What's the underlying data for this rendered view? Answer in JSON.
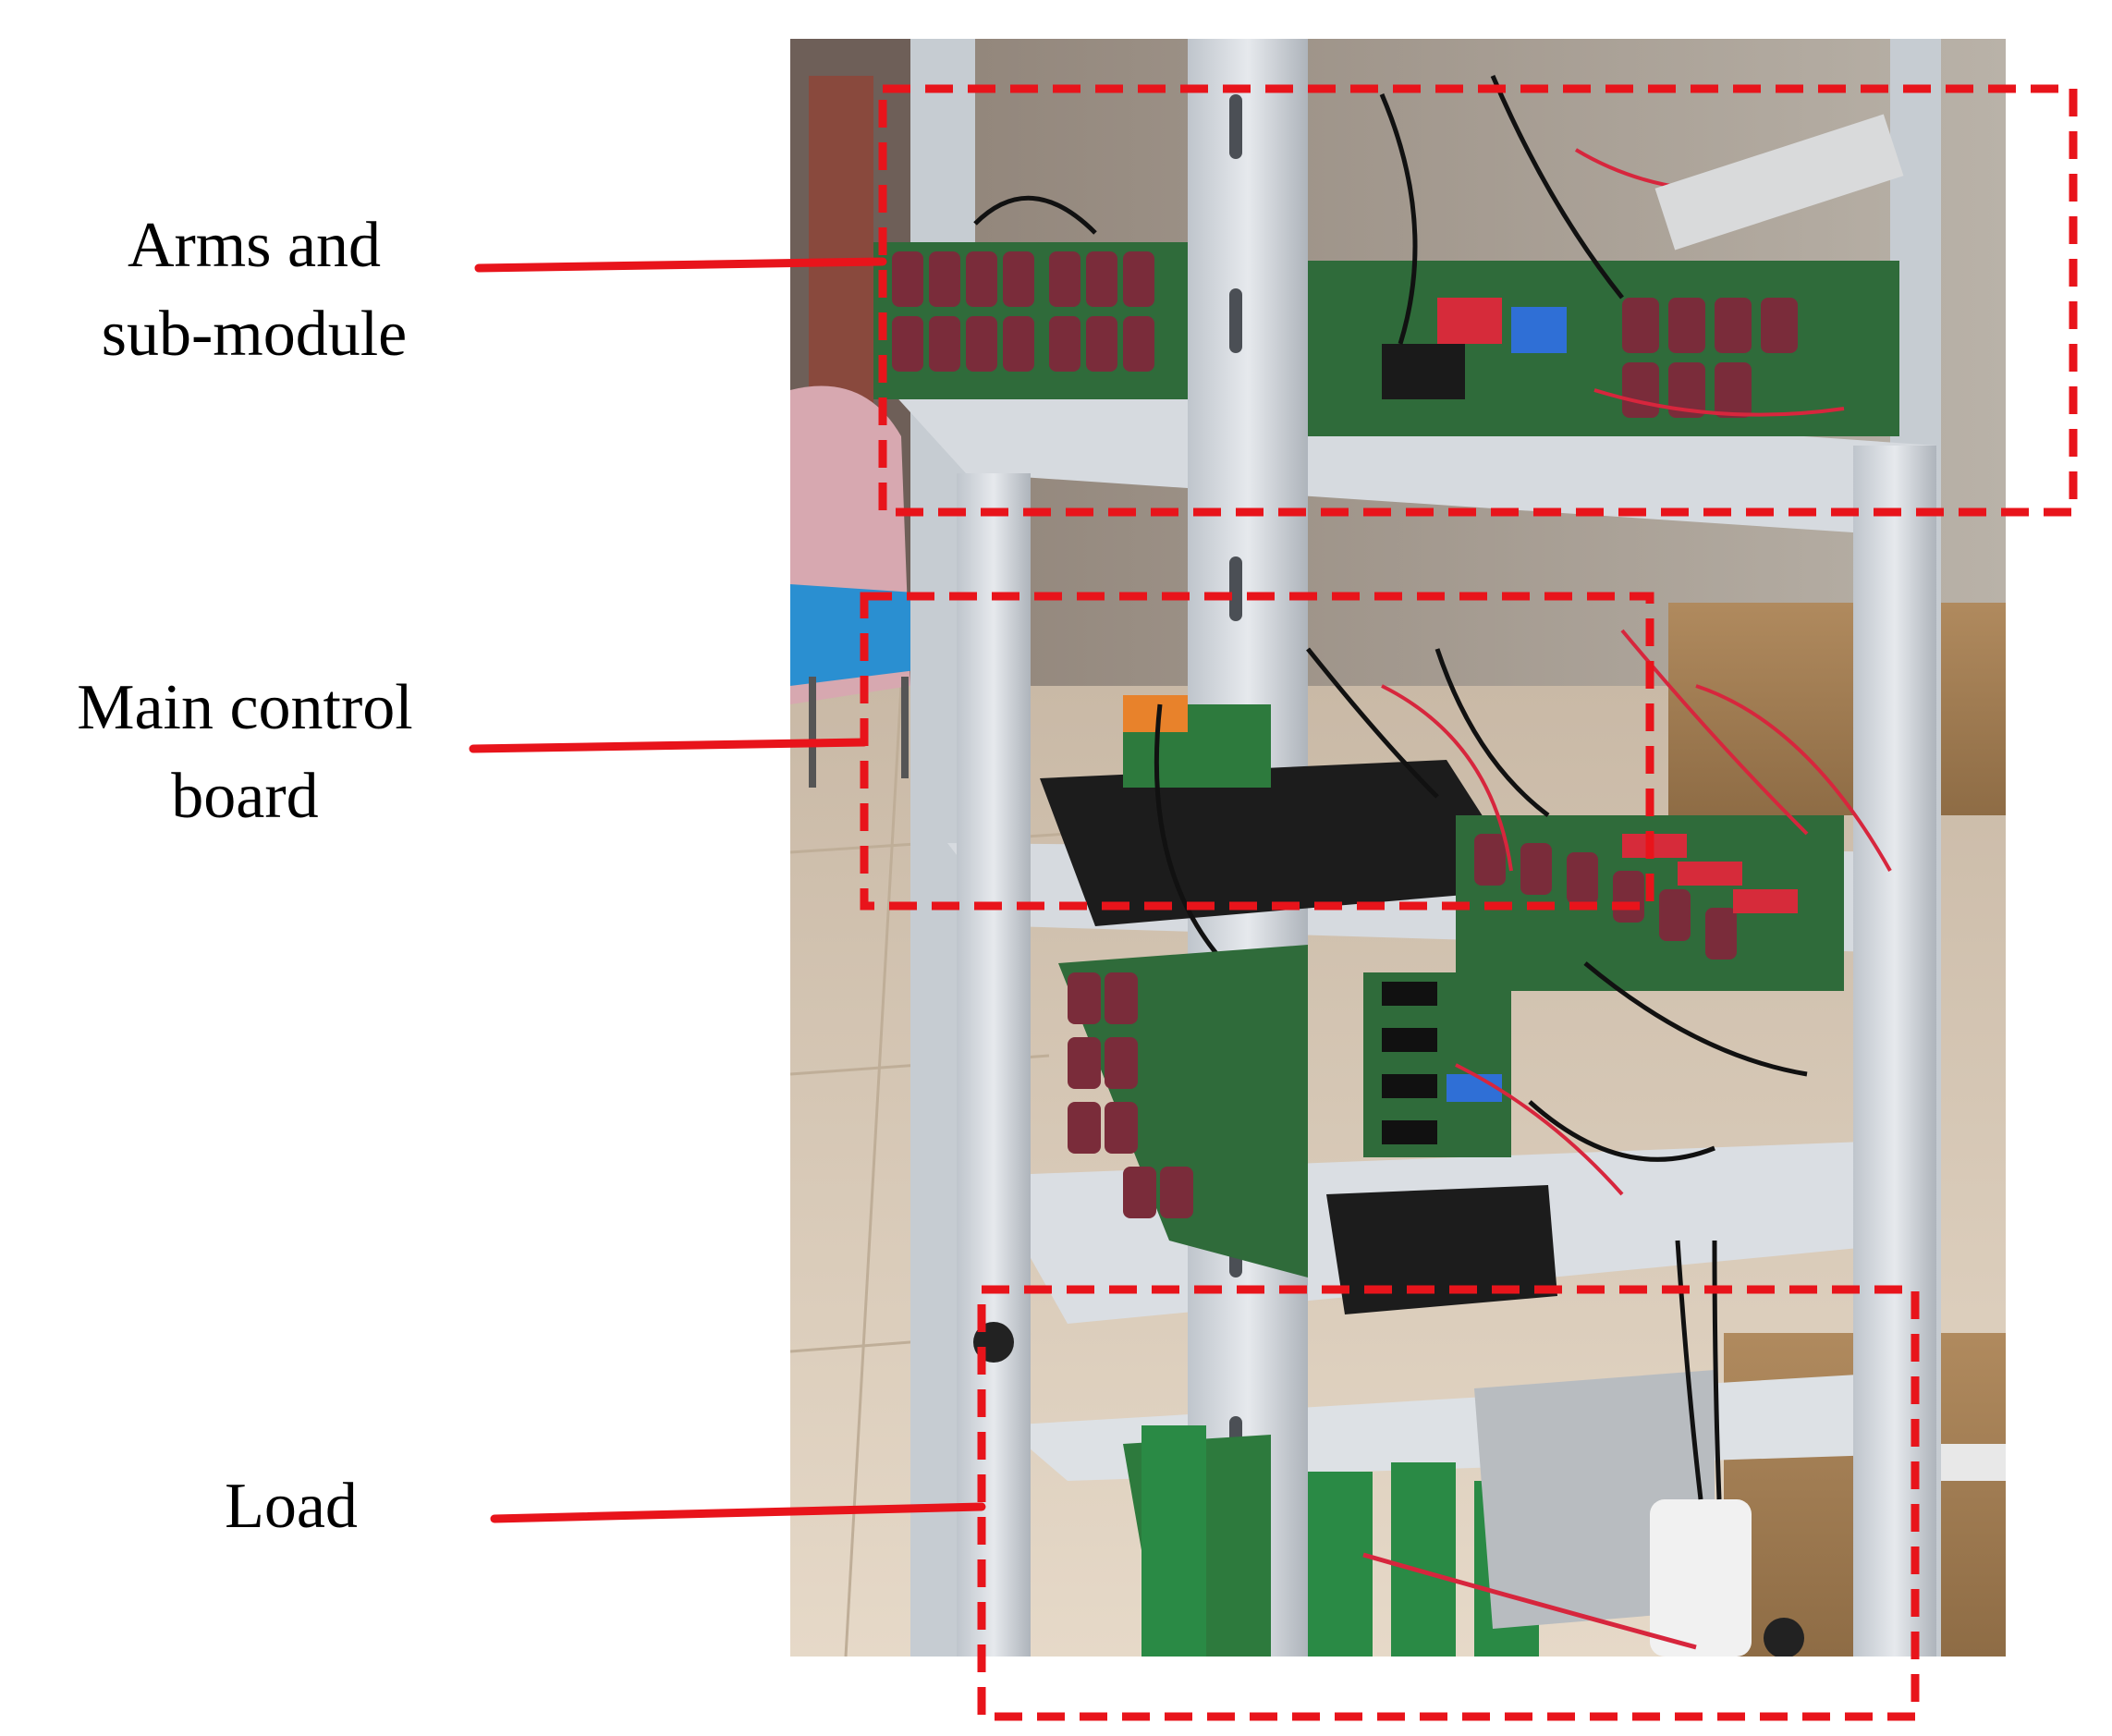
{
  "labels": {
    "arms_line1": "Arms and",
    "arms_line2": "sub-module",
    "main_line1": "Main control",
    "main_line2": "board",
    "load": "Load"
  },
  "colors": {
    "annotation": "#e8141b",
    "text": "#000000"
  }
}
